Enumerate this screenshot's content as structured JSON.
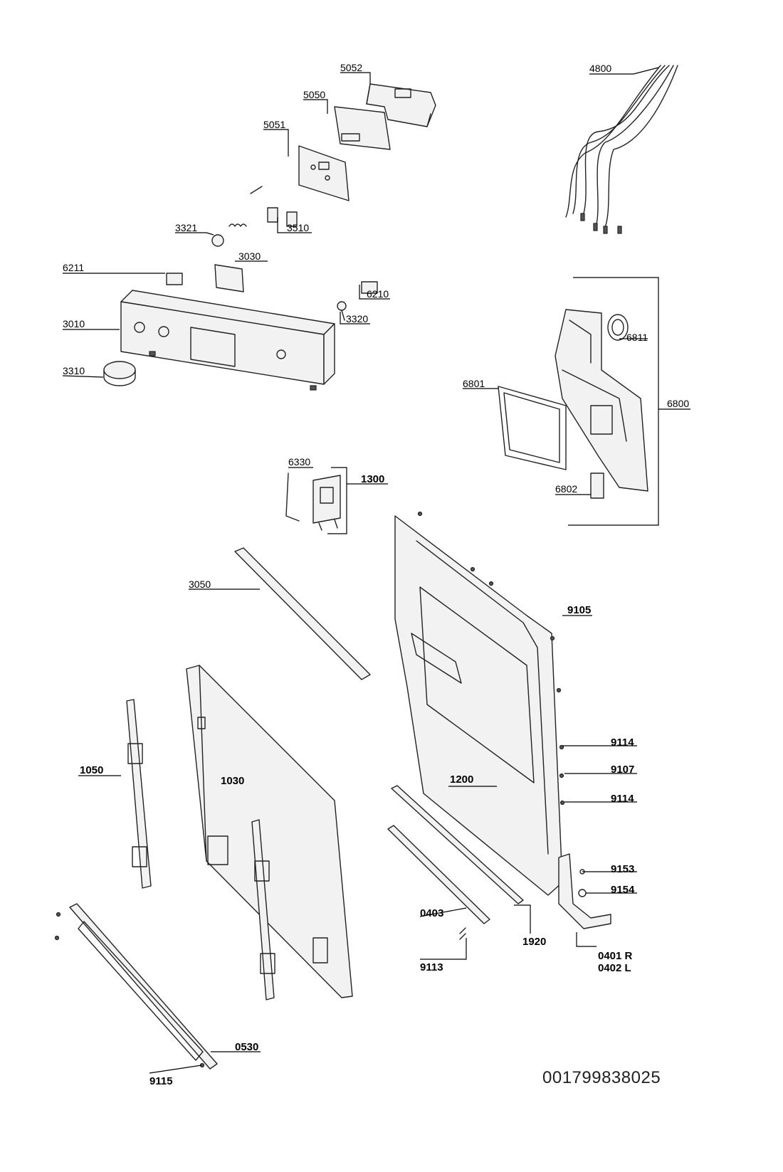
{
  "labels": {
    "p5052": "5052",
    "p5050": "5050",
    "p5051": "5051",
    "p4800": "4800",
    "p3321": "3321",
    "p3510": "3510",
    "p6211": "6211",
    "p3030": "3030",
    "p6210": "6210",
    "p3320": "3320",
    "p3010": "3010",
    "p3310": "3310",
    "p6811": "6811",
    "p6801": "6801",
    "p6800": "6800",
    "p6802": "6802",
    "p6330": "6330",
    "p1300": "1300",
    "p3050": "3050",
    "p9105": "9105",
    "p1050": "1050",
    "p1030": "1030",
    "p1200": "1200",
    "p9114a": "9114",
    "p9107": "9107",
    "p9114b": "9114",
    "p9153": "9153",
    "p9154": "9154",
    "p0403": "0403",
    "p1920": "1920",
    "p9113": "9113",
    "p0401": "0401 R",
    "p0402": "0402 L",
    "p0530": "0530",
    "p9115": "9115"
  },
  "document_number": "001799838025"
}
